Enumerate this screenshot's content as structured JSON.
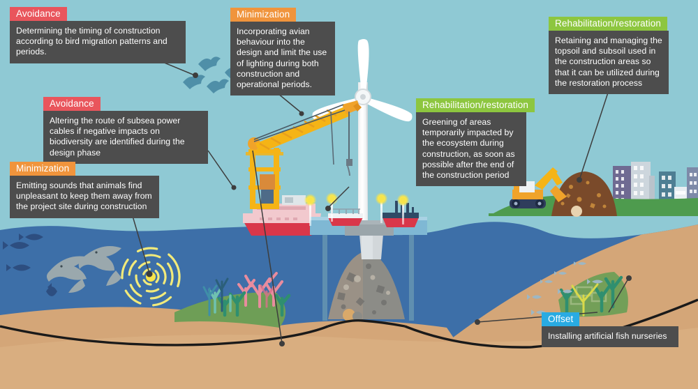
{
  "palette": {
    "sky": "#8fc9d4",
    "sea": "#3d6fa8",
    "sea_deep": "#36649a",
    "seabed": "#d4a678",
    "seabed_light": "#dcb184",
    "grass": "#4e9b4e",
    "tag_red": "#e9555c",
    "tag_orange": "#f0943c",
    "tag_green": "#8dc63f",
    "tag_blue": "#29abe2",
    "box_grey": "#4d4d4d",
    "turbine_white": "#ffffff",
    "crane_yellow": "#f5b416",
    "barge_red": "#d9374a",
    "barge_pink": "#f2c9ce",
    "platform_blue": "#7fb8d4",
    "light_yellow": "#f7e44a",
    "coral_pink": "#e98c9e",
    "rock_grey": "#8c8c87",
    "cable_black": "#1a1a1a"
  },
  "callouts": [
    {
      "id": "avoidance-bird-timing",
      "tag": "Avoidance",
      "tag_color": "red",
      "text": "Determining the timing of construction according to bird migration patterns and periods."
    },
    {
      "id": "minimization-avian-design",
      "tag": "Minimization",
      "tag_color": "orange",
      "text": "Incorporating avian behaviour into the design and limit the use of lighting during both construction and operational periods."
    },
    {
      "id": "rehabilitation-topsoil",
      "tag": "Rehabilitation/restoration",
      "tag_color": "green",
      "text": "Retaining and managing the topsoil and subsoil used in the construction areas so that it can be utilized during the restoration process"
    },
    {
      "id": "avoidance-cable-route",
      "tag": "Avoidance",
      "tag_color": "red",
      "text": "Altering the route of subsea power cables if negative impacts on biodiversity are identified during the design phase"
    },
    {
      "id": "rehabilitation-greening",
      "tag": "Rehabilitation/restoration",
      "tag_color": "green",
      "text": "Greening of areas temporarily impacted by the ecosystem during construction, as soon as possible after the end of the construction period"
    },
    {
      "id": "minimization-deterrent-sound",
      "tag": "Minimization",
      "tag_color": "orange",
      "text": "Emitting sounds that animals find unpleasant to keep them away from the project site during construction"
    },
    {
      "id": "offset-fish-nurseries",
      "tag": "Offset",
      "tag_color": "blue",
      "text": "Installing artificial fish nurseries"
    }
  ],
  "scene": {
    "elements": [
      "sky",
      "sea",
      "seabed",
      "wind-turbine",
      "crane-barge",
      "jack-up-platforms",
      "platform-lights",
      "migrating-birds",
      "dolphins",
      "fish-school",
      "acoustic-deterrent-waves",
      "coral-reef",
      "subsea-power-cable",
      "monopile-foundation",
      "scour-protection-rocks",
      "excavator",
      "topsoil-mound",
      "city-skyline",
      "artificial-reef-nursery"
    ],
    "counts": {
      "birds": 4,
      "dolphins": 2,
      "platform_lights": 4,
      "turbine_blades": 3,
      "buildings": 8
    }
  }
}
